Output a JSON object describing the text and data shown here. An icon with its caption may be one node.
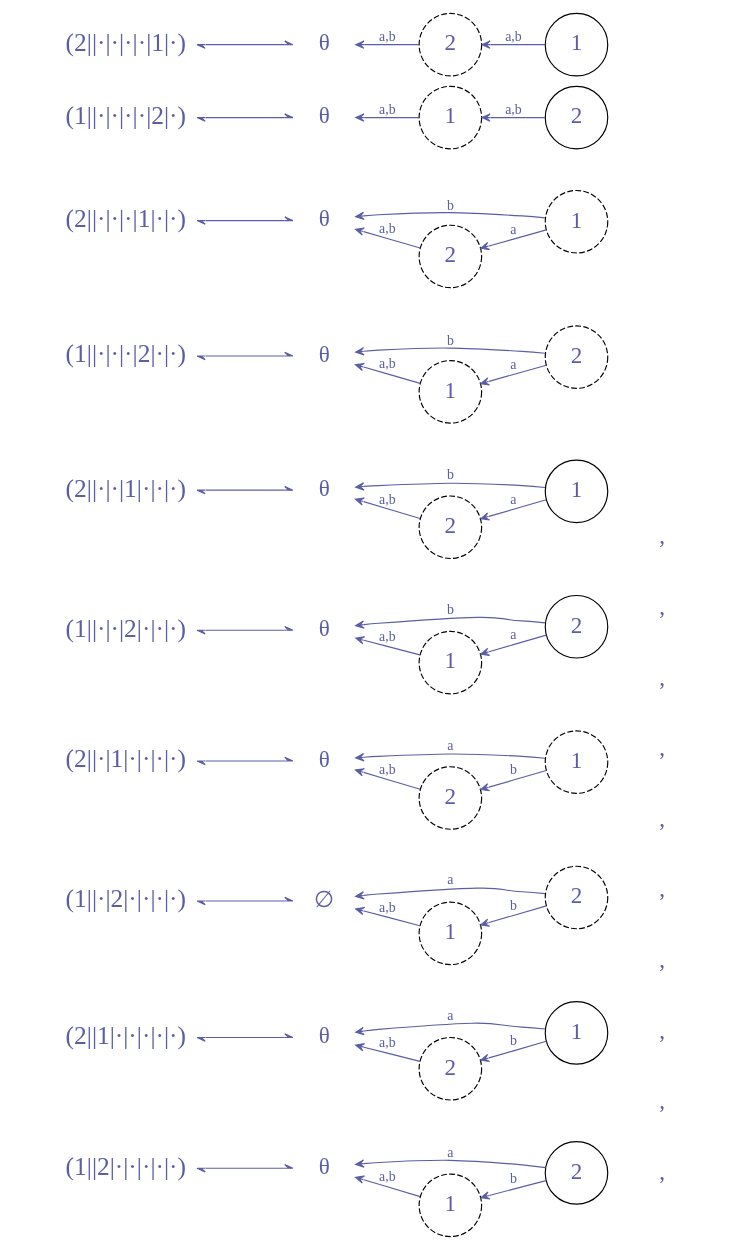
{
  "diagram": {
    "nodes": [
      {
        "text": [
          "(1||2|·|·|·|·|·)"
        ]
      },
      {
        "text": [
          "θ"
        ]
      },
      {
        "text": [
          "1"
        ]
      },
      {
        "text": [
          "2"
        ]
      },
      {
        "text": [
          "(2||1|·|·|·|·|·)"
        ]
      },
      {
        "text": [
          "θ"
        ]
      },
      {
        "text": [
          "2"
        ]
      },
      {
        "text": [
          "1"
        ]
      },
      {
        "text": [
          "(1||·|2|·|·|·|·)"
        ]
      },
      {
        "text": [
          "∅"
        ]
      },
      {
        "text": [
          "1"
        ]
      },
      {
        "text": [
          "2"
        ]
      },
      {
        "text": [
          "(2||·|1|·|·|·|·)"
        ]
      },
      {
        "text": [
          "θ"
        ]
      },
      {
        "text": [
          "2"
        ]
      },
      {
        "text": [
          "1"
        ]
      },
      {
        "text": [
          "(1||·|·|2|·|·|·)"
        ]
      },
      {
        "text": [
          "θ"
        ]
      },
      {
        "text": [
          "1"
        ]
      },
      {
        "text": [
          "2"
        ]
      },
      {
        "text": [
          "(2||·|·|1|·|·|·)"
        ]
      },
      {
        "text": [
          "θ"
        ]
      },
      {
        "text": [
          "2"
        ]
      },
      {
        "text": [
          "1"
        ]
      },
      {
        "text": [
          "(1||·|·|·|2|·|·)"
        ]
      },
      {
        "text": [
          "θ"
        ]
      },
      {
        "text": [
          "1"
        ]
      },
      {
        "text": [
          "2"
        ]
      },
      {
        "text": [
          "(2||·|·|·|1|·|·)"
        ]
      },
      {
        "text": [
          "θ"
        ]
      },
      {
        "text": [
          "2"
        ]
      },
      {
        "text": [
          "1"
        ]
      },
      {
        "text": [
          "(1||·|·|·|·|2|·)"
        ]
      },
      {
        "text": [
          "θ"
        ]
      },
      {
        "text": [
          "1"
        ]
      },
      {
        "text": [
          "2"
        ]
      },
      {
        "text": [
          "(2||·|·|·|·|1|·)"
        ]
      },
      {
        "text": [
          "θ"
        ]
      },
      {
        "text": [
          "2"
        ]
      },
      {
        "text": [
          "1"
        ]
      }
    ],
    "edges": [
      {
        "from": 1,
        "to": 0,
        "arrow": "both"
      },
      {
        "from": 3,
        "to": 1,
        "arrow": "to",
        "label": "a"
      },
      {
        "from": 2,
        "to": 1,
        "arrow": "to",
        "label": "a,b"
      },
      {
        "from": 3,
        "to": 2,
        "arrow": "to",
        "label": "b"
      },
      {
        "from": 5,
        "to": 4,
        "arrow": "both"
      },
      {
        "from": 7,
        "to": 5,
        "arrow": "to",
        "label": "a"
      },
      {
        "from": 6,
        "to": 5,
        "arrow": "to",
        "label": "a,b"
      },
      {
        "from": 7,
        "to": 6,
        "arrow": "to",
        "label": "b"
      },
      {
        "from": 9,
        "to": 8,
        "arrow": "both"
      },
      {
        "from": 11,
        "to": 9,
        "arrow": "to",
        "label": "a"
      },
      {
        "from": 10,
        "to": 9,
        "arrow": "to",
        "label": "a,b"
      },
      {
        "from": 11,
        "to": 10,
        "arrow": "to",
        "label": "b"
      },
      {
        "from": 13,
        "to": 12,
        "arrow": "both"
      },
      {
        "from": 15,
        "to": 13,
        "arrow": "to",
        "label": "a"
      },
      {
        "from": 14,
        "to": 13,
        "arrow": "to",
        "label": "a,b"
      },
      {
        "from": 15,
        "to": 14,
        "arrow": "to",
        "label": "b"
      },
      {
        "from": 17,
        "to": 16,
        "arrow": "both"
      },
      {
        "from": 19,
        "to": 17,
        "arrow": "to",
        "label": "b"
      },
      {
        "from": 18,
        "to": 17,
        "arrow": "to",
        "label": "a,b"
      },
      {
        "from": 19,
        "to": 18,
        "arrow": "to",
        "label": "a"
      },
      {
        "from": 21,
        "to": 20,
        "arrow": "both"
      },
      {
        "from": 23,
        "to": 21,
        "arrow": "to",
        "label": "b"
      },
      {
        "from": 22,
        "to": 21,
        "arrow": "to",
        "label": "a,b"
      },
      {
        "from": 23,
        "to": 22,
        "arrow": "to",
        "label": "a"
      },
      {
        "from": 25,
        "to": 24,
        "arrow": "both"
      },
      {
        "from": 27,
        "to": 25,
        "arrow": "to",
        "label": "b"
      },
      {
        "from": 26,
        "to": 25,
        "arrow": "to",
        "label": "a,b"
      },
      {
        "from": 27,
        "to": 26,
        "arrow": "to",
        "label": "a"
      },
      {
        "from": 29,
        "to": 28,
        "arrow": "both"
      },
      {
        "from": 31,
        "to": 29,
        "arrow": "to",
        "label": "b"
      },
      {
        "from": 30,
        "to": 29,
        "arrow": "to",
        "label": "a,b"
      },
      {
        "from": 31,
        "to": 30,
        "arrow": "to",
        "label": "a"
      },
      {
        "from": 33,
        "to": 32,
        "arrow": "both"
      },
      {
        "from": 34,
        "to": 33,
        "arrow": "to",
        "label": "a,b"
      },
      {
        "from": 35,
        "to": 34,
        "arrow": "to",
        "label": "a,b"
      },
      {
        "from": 37,
        "to": 36,
        "arrow": "both"
      },
      {
        "from": 38,
        "to": 37,
        "arrow": "to",
        "label": "a,b"
      },
      {
        "from": 39,
        "to": 38,
        "arrow": "to",
        "label": "a,b"
      }
    ],
    "labels": [
      ",",
      ",",
      ",",
      ",",
      ",",
      ",",
      ",",
      ",",
      ",",
      ","
    ]
  }
}
